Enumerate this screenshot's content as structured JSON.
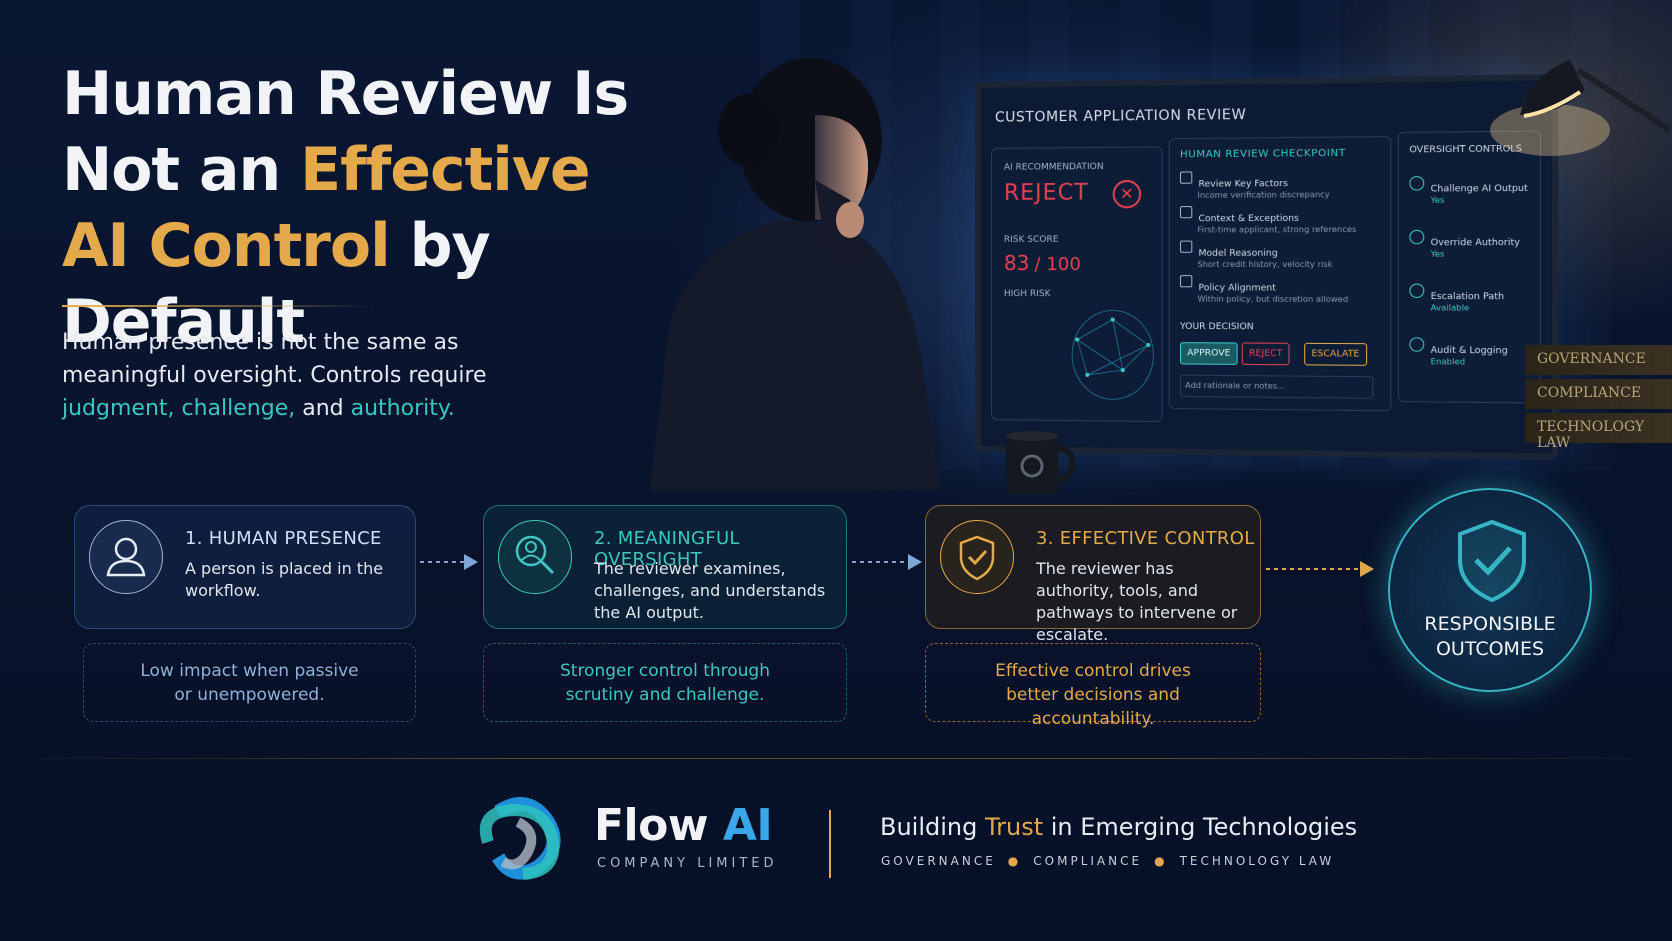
{
  "headline": {
    "line1": "Human Review Is",
    "line2_a": "Not an ",
    "line2_b": "Effective",
    "line3_a": "AI Control",
    "line3_b": " by Default"
  },
  "subtitle": {
    "text": "Human presence is not the same as meaningful oversight. Controls require ",
    "kw1": "judgment,",
    "kw2": " challenge,",
    "mid": " and ",
    "kw3": "authority."
  },
  "monitor": {
    "title": "CUSTOMER APPLICATION REVIEW",
    "ai_rec_label": "AI RECOMMENDATION",
    "ai_rec_value": "REJECT",
    "risk_label": "RISK SCORE",
    "risk_value": "83",
    "risk_total": "/ 100",
    "risk_level": "HIGH RISK",
    "checkpoint_title": "HUMAN REVIEW CHECKPOINT",
    "checkpoint_items": [
      {
        "title": "Review Key Factors",
        "detail": "Income verification discrepancy"
      },
      {
        "title": "Context & Exceptions",
        "detail": "First-time applicant, strong references"
      },
      {
        "title": "Model Reasoning",
        "detail": "Short credit history, velocity risk"
      },
      {
        "title": "Policy Alignment",
        "detail": "Within policy, but discretion allowed"
      }
    ],
    "decision_label": "YOUR DECISION",
    "btn_approve": "APPROVE",
    "btn_reject": "REJECT",
    "btn_escalate": "ESCALATE",
    "notes_placeholder": "Add rationale or notes...",
    "controls_title": "OVERSIGHT CONTROLS",
    "controls": [
      {
        "label": "Challenge AI Output",
        "value": "Yes"
      },
      {
        "label": "Override Authority",
        "value": "Yes"
      },
      {
        "label": "Escalation Path",
        "value": "Available"
      },
      {
        "label": "Audit & Logging",
        "value": "Enabled"
      }
    ]
  },
  "books": [
    "GOVERNANCE",
    "COMPLIANCE",
    "TECHNOLOGY LAW"
  ],
  "steps": [
    {
      "title": "1. HUMAN PRESENCE",
      "desc": "A person is placed in the workflow.",
      "note": "Low impact when passive or unempowered."
    },
    {
      "title": "2. MEANINGFUL OVERSIGHT",
      "desc": "The reviewer examines, challenges, and understands the AI output.",
      "note": "Stronger control through scrutiny and challenge."
    },
    {
      "title": "3. EFFECTIVE CONTROL",
      "desc": "The reviewer has authority, tools, and pathways to intervene or escalate.",
      "note": "Effective control drives better decisions and accountability."
    }
  ],
  "outcome": {
    "line1": "RESPONSIBLE",
    "line2": "OUTCOMES"
  },
  "footer": {
    "brand_a": "Flow ",
    "brand_b": "AI",
    "brand_sub": "COMPANY LIMITED",
    "tagline_a": "Building ",
    "tagline_b": "Trust",
    "tagline_c": " in Emerging Technologies",
    "pillars": [
      "GOVERNANCE",
      "COMPLIANCE",
      "TECHNOLOGY LAW"
    ]
  },
  "colors": {
    "gold": "#e3a94a",
    "teal": "#38c7c4",
    "blue": "#4aa3e0",
    "navy": "#07122a",
    "red": "#e0434f"
  }
}
